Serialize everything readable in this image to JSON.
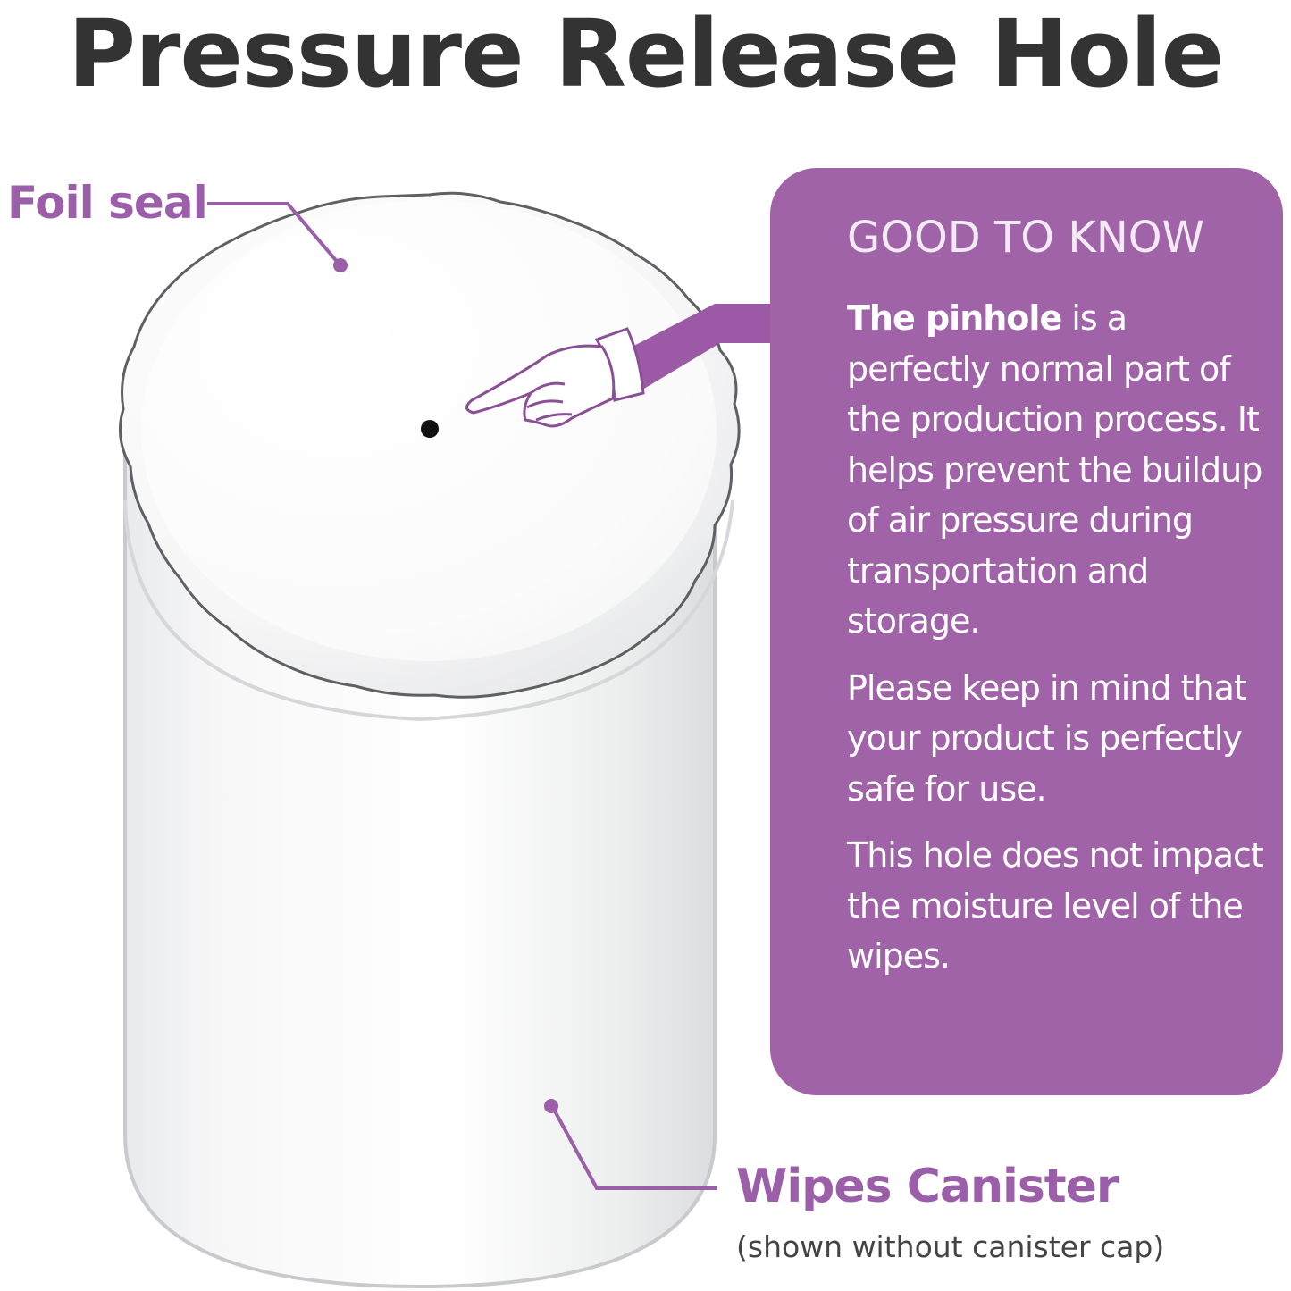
{
  "title": "Pressure Release Hole",
  "labels": {
    "foil_seal": "Foil seal",
    "canister": "Wipes Canister",
    "canister_note": "(shown without canister cap)"
  },
  "info_box": {
    "heading": "GOOD TO KNOW",
    "para1_bold": "The pinhole",
    "para1_rest": " is a perfectly normal part of the production process. It helps prevent the buildup of air pressure during transportation and storage.",
    "para2": "Please keep in mind that your product is perfectly safe for use.",
    "para3": "This hole does not impact the moisture level of the wipes."
  },
  "colors": {
    "accent": "#a063a8",
    "label": "#9b5ea8",
    "title": "#333333"
  }
}
